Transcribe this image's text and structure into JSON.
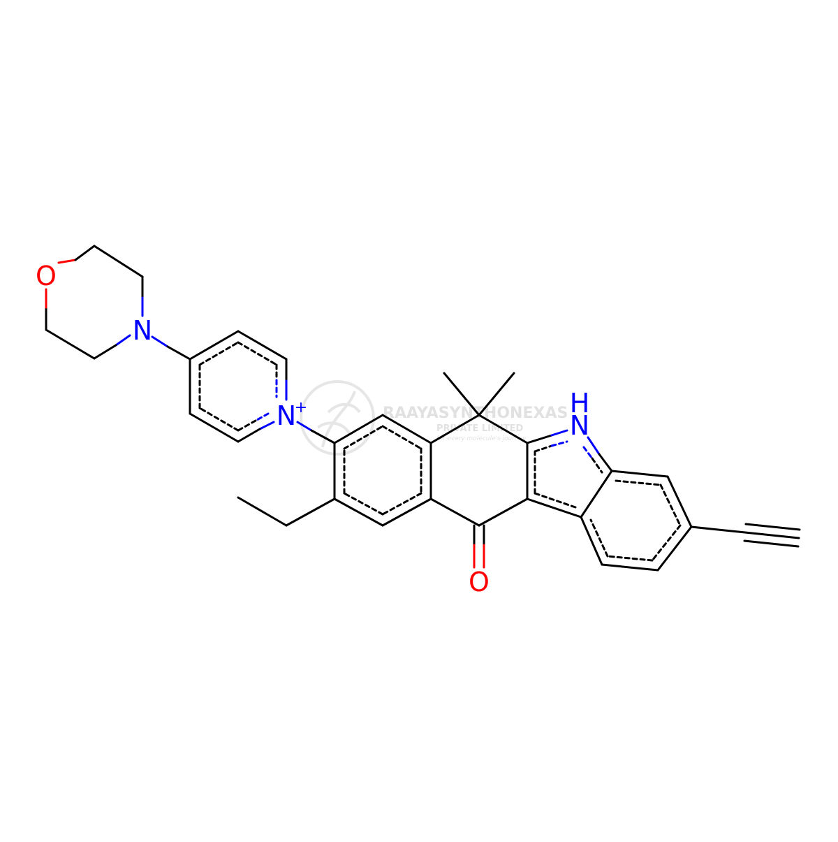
{
  "colors": {
    "bond": "#000000",
    "nitrogen": "#0000ff",
    "oxygen": "#ff0000",
    "watermark": "#c9c9c9",
    "background": "#ffffff"
  },
  "atoms": {
    "O_morph": "O",
    "N_morph": "N",
    "N_pyr": "N",
    "N_pyr_charge": "+",
    "N_indole": "N",
    "N_indole_H": "H",
    "O_ketone": "O"
  },
  "watermark": {
    "company": "RAAYASYNTHONEXAS",
    "subtitle": "PRIVATE LIMITED",
    "tagline": "for every molecule's journey"
  }
}
